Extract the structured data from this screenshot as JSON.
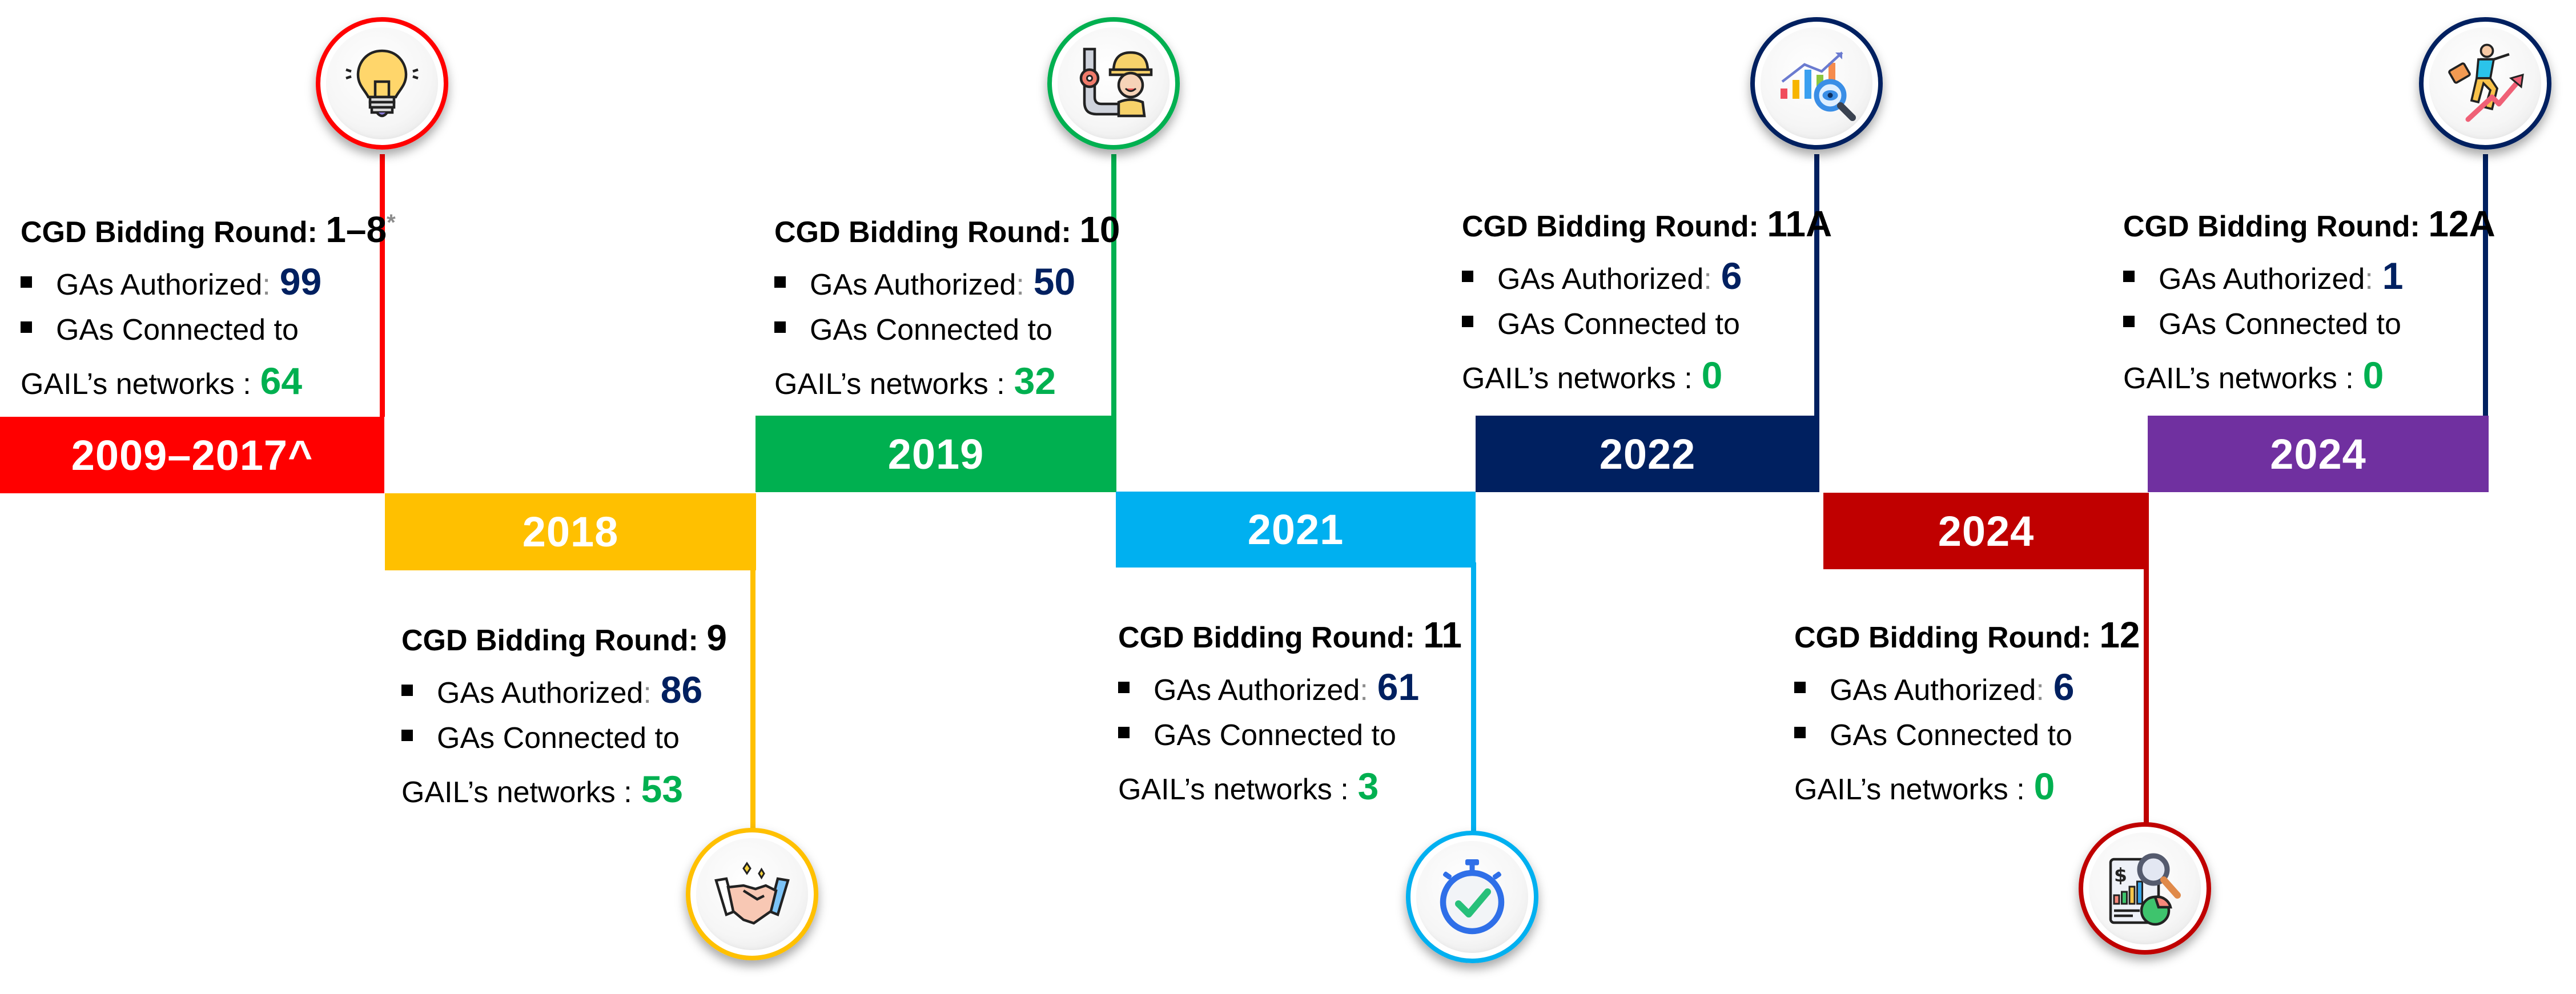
{
  "labels": {
    "round_prefix": "CGD Bidding Round:",
    "authorized_label": "GAs Authorized",
    "colon": ":",
    "connected_label_line1": "GAs Connected to",
    "connected_label_line2": "GAIL’s networks :"
  },
  "colors": {
    "authorized_value": "#002060",
    "connected_value": "#00b050"
  },
  "milestones": [
    {
      "year": "2009–2017^",
      "round": "1–8",
      "round_mark": "*",
      "authorized": "99",
      "connected": "64",
      "color": "#ff0000",
      "icon": "lightbulb-icon",
      "position": "top"
    },
    {
      "year": "2018",
      "round": "9",
      "authorized": "86",
      "connected": "53",
      "color": "#ffc000",
      "icon": "handshake-icon",
      "position": "bottom"
    },
    {
      "year": "2019",
      "round": "10",
      "authorized": "50",
      "connected": "32",
      "color": "#00b050",
      "icon": "pipeline-worker-icon",
      "position": "top"
    },
    {
      "year": "2021",
      "round": "11",
      "authorized": "61",
      "connected": "3",
      "color": "#00b0f0",
      "icon": "stopwatch-check-icon",
      "position": "bottom"
    },
    {
      "year": "2022",
      "round": "11A",
      "authorized": "6",
      "connected": "0",
      "color": "#002060",
      "icon": "chart-analysis-icon",
      "position": "top"
    },
    {
      "year": "2024",
      "round": "12",
      "authorized": "6",
      "connected": "0",
      "color": "#c00000",
      "icon": "financial-report-icon",
      "position": "bottom"
    },
    {
      "year": "2024",
      "round": "12A",
      "authorized": "1",
      "connected": "0",
      "color": "#7030a0",
      "icon": "career-growth-icon",
      "position": "top"
    }
  ]
}
